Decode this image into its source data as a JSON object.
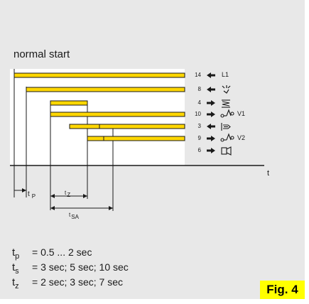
{
  "title": "normal start",
  "axis": {
    "time_label": "t"
  },
  "signals": [
    {
      "number": "14",
      "direction": "in",
      "symbol": "L1",
      "icon": "supply-phase-L1"
    },
    {
      "number": "8",
      "direction": "in",
      "symbol": "",
      "icon": "flame-sensor-icon"
    },
    {
      "number": "4",
      "direction": "out",
      "symbol": "",
      "icon": "ignition-transformer-icon"
    },
    {
      "number": "10",
      "direction": "out",
      "symbol": "V1",
      "icon": "valve-icon"
    },
    {
      "number": "3",
      "direction": "in",
      "symbol": "",
      "icon": "flame-signal-icon"
    },
    {
      "number": "9",
      "direction": "out",
      "symbol": "V2",
      "icon": "valve-icon"
    },
    {
      "number": "6",
      "direction": "out",
      "symbol": "",
      "icon": "alarm-horn-icon"
    }
  ],
  "intervals": {
    "tp": {
      "sym": "t",
      "sub": "P"
    },
    "tz": {
      "sym": "t",
      "sub": "Z"
    },
    "tsa": {
      "sym": "t",
      "sub": "SA"
    }
  },
  "formulas": [
    {
      "sym": "t",
      "sub": "p",
      "text": "= 0.5 ... 2 sec"
    },
    {
      "sym": "t",
      "sub": "s",
      "text": "= 3 sec; 5 sec; 10 sec"
    },
    {
      "sym": "t",
      "sub": "z",
      "text": "= 2 sec; 3 sec; 7 sec"
    }
  ],
  "figure_label": "Fig. 4",
  "colors": {
    "bar": "#ffd700",
    "panel": "#e8e8e8",
    "badge": "#ffff00"
  }
}
